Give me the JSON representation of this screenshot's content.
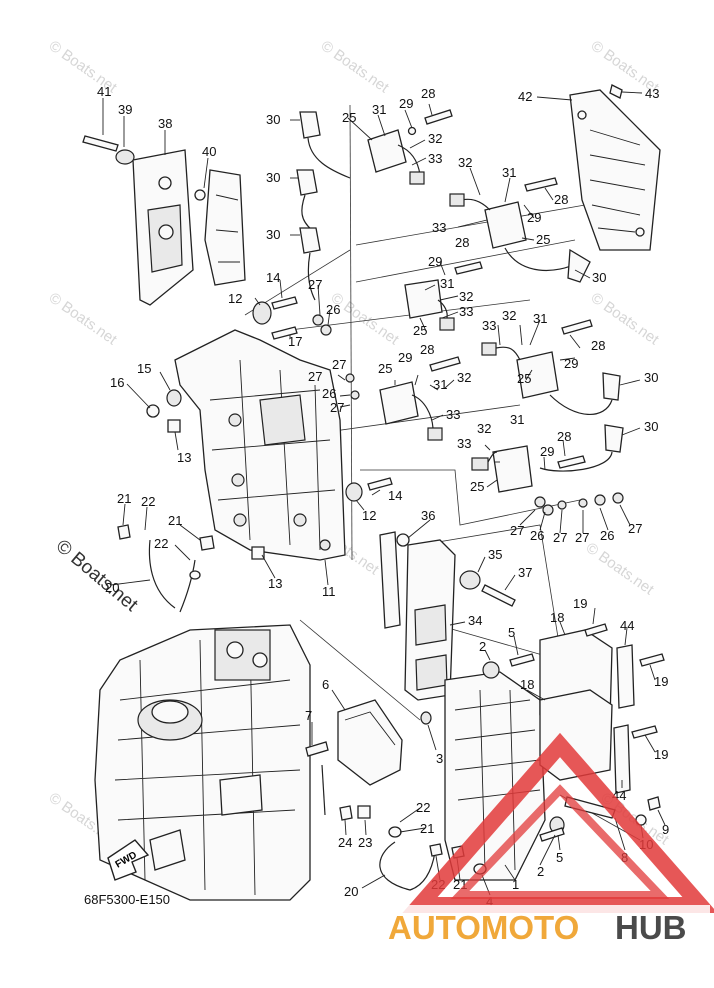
{
  "diagram": {
    "code": "68F5300-E150",
    "fwd_label": "FWD",
    "watermark": "© Boats.net",
    "watermark_small": "© Boats.net",
    "logo": {
      "word_a": "AUTOMOTO",
      "word_b": "HUB",
      "color_a": "#f0a83a",
      "color_b": "#4a4a4a",
      "triangle": "#e23a3a"
    },
    "callouts": [
      {
        "id": "c41",
        "text": "41"
      },
      {
        "id": "c39",
        "text": "39"
      },
      {
        "id": "c38",
        "text": "38"
      },
      {
        "id": "c40",
        "text": "40"
      },
      {
        "id": "c30a",
        "text": "30"
      },
      {
        "id": "c30b",
        "text": "30"
      },
      {
        "id": "c30c",
        "text": "30"
      },
      {
        "id": "c25a",
        "text": "25"
      },
      {
        "id": "c31a",
        "text": "31"
      },
      {
        "id": "c29a",
        "text": "29"
      },
      {
        "id": "c28a",
        "text": "28"
      },
      {
        "id": "c32a",
        "text": "32"
      },
      {
        "id": "c33a",
        "text": "33"
      },
      {
        "id": "c42",
        "text": "42"
      },
      {
        "id": "c43",
        "text": "43"
      },
      {
        "id": "c32b",
        "text": "32"
      },
      {
        "id": "c31b",
        "text": "31"
      },
      {
        "id": "c28b",
        "text": "28"
      },
      {
        "id": "c33b",
        "text": "33"
      },
      {
        "id": "c29b",
        "text": "29"
      },
      {
        "id": "c25b",
        "text": "25"
      },
      {
        "id": "c28c",
        "text": "28"
      },
      {
        "id": "c29c",
        "text": "29"
      },
      {
        "id": "c30d",
        "text": "30"
      },
      {
        "id": "c31c",
        "text": "31"
      },
      {
        "id": "c32c",
        "text": "32"
      },
      {
        "id": "c33c",
        "text": "33"
      },
      {
        "id": "c14a",
        "text": "14"
      },
      {
        "id": "c12a",
        "text": "12"
      },
      {
        "id": "c27a",
        "text": "27"
      },
      {
        "id": "c26a",
        "text": "26"
      },
      {
        "id": "c25c",
        "text": "25"
      },
      {
        "id": "c17",
        "text": "17"
      },
      {
        "id": "c33d",
        "text": "33"
      },
      {
        "id": "c32d",
        "text": "32"
      },
      {
        "id": "c31d",
        "text": "31"
      },
      {
        "id": "c28d",
        "text": "28"
      },
      {
        "id": "c29d",
        "text": "29"
      },
      {
        "id": "c25d",
        "text": "25"
      },
      {
        "id": "c28e",
        "text": "28"
      },
      {
        "id": "c29e",
        "text": "29"
      },
      {
        "id": "c27b",
        "text": "27"
      },
      {
        "id": "c27c",
        "text": "27"
      },
      {
        "id": "c26b",
        "text": "26"
      },
      {
        "id": "c27d",
        "text": "27"
      },
      {
        "id": "c25e",
        "text": "25"
      },
      {
        "id": "c31e",
        "text": "31"
      },
      {
        "id": "c32e",
        "text": "32"
      },
      {
        "id": "c33e",
        "text": "33"
      },
      {
        "id": "c30e",
        "text": "30"
      },
      {
        "id": "c31f",
        "text": "31"
      },
      {
        "id": "c30f",
        "text": "30"
      },
      {
        "id": "c16",
        "text": "16"
      },
      {
        "id": "c15",
        "text": "15"
      },
      {
        "id": "c13a",
        "text": "13"
      },
      {
        "id": "c32f",
        "text": "32"
      },
      {
        "id": "c33f",
        "text": "33"
      },
      {
        "id": "c28f",
        "text": "28"
      },
      {
        "id": "c29f",
        "text": "29"
      },
      {
        "id": "c25f",
        "text": "25"
      },
      {
        "id": "c14b",
        "text": "14"
      },
      {
        "id": "c12b",
        "text": "12"
      },
      {
        "id": "c27e",
        "text": "27"
      },
      {
        "id": "c26c",
        "text": "26"
      },
      {
        "id": "c27f",
        "text": "27"
      },
      {
        "id": "c27g",
        "text": "27"
      },
      {
        "id": "c26d",
        "text": "26"
      },
      {
        "id": "c27h",
        "text": "27"
      },
      {
        "id": "c21a",
        "text": "21"
      },
      {
        "id": "c22a",
        "text": "22"
      },
      {
        "id": "c21b",
        "text": "21"
      },
      {
        "id": "c22b",
        "text": "22"
      },
      {
        "id": "c20a",
        "text": "20"
      },
      {
        "id": "c36",
        "text": "36"
      },
      {
        "id": "c13b",
        "text": "13"
      },
      {
        "id": "c11",
        "text": "11"
      },
      {
        "id": "c35",
        "text": "35"
      },
      {
        "id": "c37",
        "text": "37"
      },
      {
        "id": "c34",
        "text": "34"
      },
      {
        "id": "c19a",
        "text": "19"
      },
      {
        "id": "c18a",
        "text": "18"
      },
      {
        "id": "c44a",
        "text": "44"
      },
      {
        "id": "c19b",
        "text": "19"
      },
      {
        "id": "c2a",
        "text": "2"
      },
      {
        "id": "c5a",
        "text": "5"
      },
      {
        "id": "c6",
        "text": "6"
      },
      {
        "id": "c18b",
        "text": "18"
      },
      {
        "id": "c7",
        "text": "7"
      },
      {
        "id": "c3",
        "text": "3"
      },
      {
        "id": "c19c",
        "text": "19"
      },
      {
        "id": "c44b",
        "text": "44"
      },
      {
        "id": "c22c",
        "text": "22"
      },
      {
        "id": "c21c",
        "text": "21"
      },
      {
        "id": "c24",
        "text": "24"
      },
      {
        "id": "c23",
        "text": "23"
      },
      {
        "id": "c9",
        "text": "9"
      },
      {
        "id": "c10",
        "text": "10"
      },
      {
        "id": "c8",
        "text": "8"
      },
      {
        "id": "c5b",
        "text": "5"
      },
      {
        "id": "c2b",
        "text": "2"
      },
      {
        "id": "c1",
        "text": "1"
      },
      {
        "id": "c22d",
        "text": "22"
      },
      {
        "id": "c21d",
        "text": "21"
      },
      {
        "id": "c20b",
        "text": "20"
      },
      {
        "id": "c4",
        "text": "4"
      }
    ]
  }
}
